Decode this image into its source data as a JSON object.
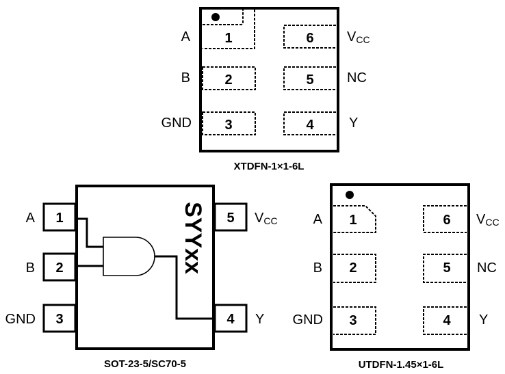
{
  "packages": {
    "xtdfn": {
      "caption": "XTDFN-1×1-6L",
      "pins": [
        {
          "number": "1",
          "signal": "A"
        },
        {
          "number": "2",
          "signal": "B"
        },
        {
          "number": "3",
          "signal": "GND"
        },
        {
          "number": "4",
          "signal": "Y"
        },
        {
          "number": "5",
          "signal": "NC"
        },
        {
          "number": "6",
          "signal_main": "V",
          "signal_sub": "CC"
        }
      ]
    },
    "sot23": {
      "caption": "SOT-23-5/SC70-5",
      "marking": "SYYxx",
      "gate_type": "AND",
      "pins": [
        {
          "number": "1",
          "signal": "A"
        },
        {
          "number": "2",
          "signal": "B"
        },
        {
          "number": "3",
          "signal": "GND"
        },
        {
          "number": "4",
          "signal": "Y"
        },
        {
          "number": "5",
          "signal_main": "V",
          "signal_sub": "CC"
        }
      ]
    },
    "utdfn": {
      "caption": "UTDFN-1.45×1-6L",
      "pins": [
        {
          "number": "1",
          "signal": "A"
        },
        {
          "number": "2",
          "signal": "B"
        },
        {
          "number": "3",
          "signal": "GND"
        },
        {
          "number": "4",
          "signal": "Y"
        },
        {
          "number": "5",
          "signal": "NC"
        },
        {
          "number": "6",
          "signal_main": "V",
          "signal_sub": "CC"
        }
      ]
    }
  }
}
